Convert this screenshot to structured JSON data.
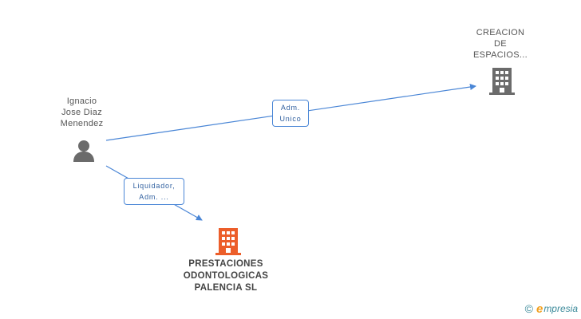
{
  "nodes": {
    "person": {
      "name_lines": [
        "Ignacio",
        "Jose Diaz",
        "Menendez"
      ],
      "icon": "person-icon"
    },
    "company_top": {
      "name_lines": [
        "CREACION",
        "DE",
        "ESPACIOS..."
      ],
      "icon": "building-icon",
      "color": "#6b6b6b"
    },
    "company_main": {
      "name_lines": [
        "PRESTACIONES",
        "ODONTOLOGICAS",
        "PALENCIA SL"
      ],
      "icon": "building-icon",
      "color": "#ec5e2a"
    }
  },
  "edges": [
    {
      "from": "person",
      "to": "company_top",
      "label_lines": [
        "Adm.",
        "Unico"
      ]
    },
    {
      "from": "person",
      "to": "company_main",
      "label_lines": [
        "Liquidador,",
        "Adm. ..."
      ]
    }
  ],
  "colors": {
    "edge": "#4a86d6",
    "person_icon": "#6b6b6b"
  },
  "footer": {
    "copyright": "©",
    "brand_first": "e",
    "brand_rest": "mpresia"
  }
}
